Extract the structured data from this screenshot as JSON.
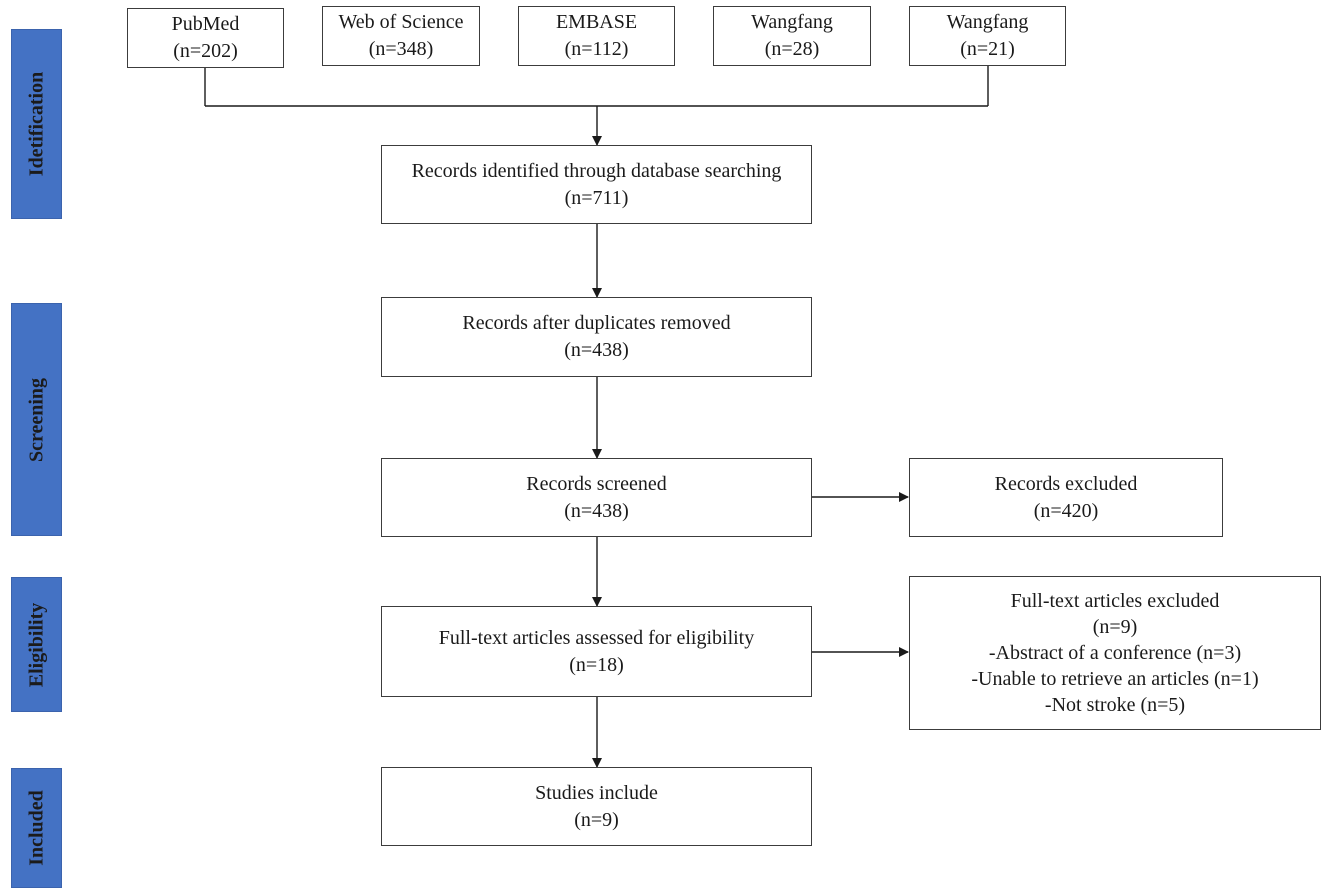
{
  "phases": {
    "identification": "Idetification",
    "screening": "Screening",
    "eligibility": "Eligibility",
    "included": "Included"
  },
  "sources": [
    {
      "name": "PubMed",
      "count": "(n=202)"
    },
    {
      "name": "Web of Science",
      "count": "(n=348)"
    },
    {
      "name": "EMBASE",
      "count": "(n=112)"
    },
    {
      "name": "Wangfang",
      "count": "(n=28)"
    },
    {
      "name": "Wangfang",
      "count": "(n=21)"
    }
  ],
  "identified": {
    "label": "Records identified through database searching",
    "count": "(n=711)"
  },
  "deduplicated": {
    "label": "Records after duplicates removed",
    "count": "(n=438)"
  },
  "screened": {
    "label": "Records screened",
    "count": "(n=438)"
  },
  "excluded_records": {
    "label": "Records excluded",
    "count": "(n=420)"
  },
  "fulltext": {
    "label": "Full-text articles assessed for eligibility",
    "count": "(n=18)"
  },
  "excluded_fulltext": {
    "label": "Full-text articles excluded",
    "count": "(n=9)",
    "reasons": [
      "-Abstract of a conference (n=3)",
      "-Unable to retrieve an articles (n=1)",
      "-Not stroke (n=5)"
    ]
  },
  "included": {
    "label": "Studies include",
    "count": "(n=9)"
  },
  "colors": {
    "phase_fill": "#4472c4",
    "box_border": "#3c3c3c",
    "line": "#1a1a1a"
  }
}
